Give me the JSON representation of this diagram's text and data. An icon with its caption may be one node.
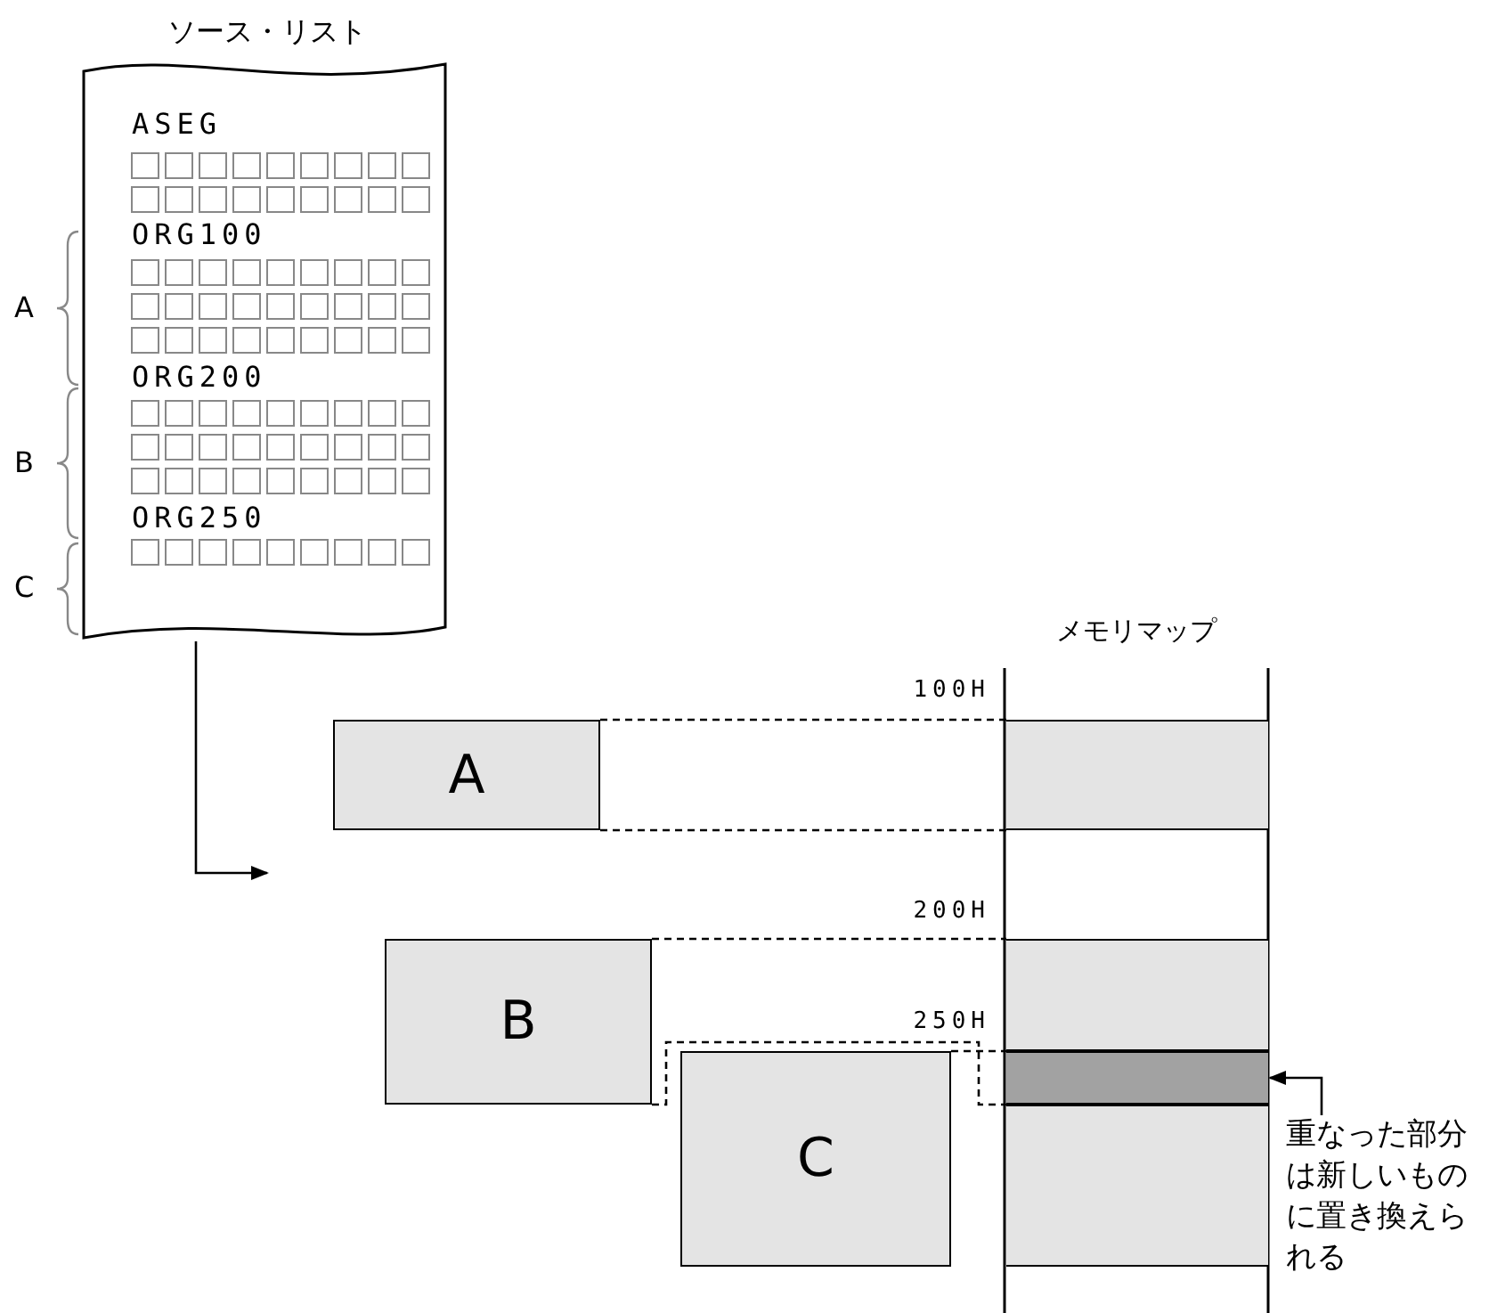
{
  "diagram": {
    "nodes": [
      {
        "text": [
          "ソース・リスト",
          "ASEG",
          "ORG100",
          "ORG200",
          "ORG250"
        ]
      },
      {
        "text": [
          "メモリマップ"
        ]
      },
      {
        "text": [],
        "shape": "bar",
        "in": 1
      },
      {
        "text": [
          "A"
        ]
      },
      {
        "text": [
          "B"
        ]
      },
      {
        "text": [],
        "shape": "bar",
        "in": 1
      },
      {
        "text": [],
        "shape": "bar",
        "in": 1
      },
      {
        "text": [
          "C"
        ]
      },
      {
        "text": [],
        "shape": "bar",
        "in": 1
      },
      {
        "text": [
          "重なった部分は新しいものに置き換えられる"
        ]
      }
    ],
    "edges": [
      {
        "from": 0,
        "to": null,
        "arrow": "to"
      },
      {
        "from": 3,
        "to": 2,
        "arrow": "none",
        "style": "dashed"
      },
      {
        "from": 3,
        "to": 2,
        "arrow": "none",
        "style": "dashed"
      },
      {
        "from": 4,
        "to": 5,
        "arrow": "none",
        "style": "dashed"
      },
      {
        "from": 4,
        "to": 6,
        "arrow": "none",
        "style": "dashed"
      },
      {
        "from": 7,
        "to": 6,
        "arrow": "none",
        "style": "dashed"
      },
      {
        "from": 9,
        "to": 6,
        "arrow": "to"
      }
    ],
    "labels": [
      "A",
      "B",
      "C",
      "100H",
      "200H",
      "250H"
    ]
  }
}
